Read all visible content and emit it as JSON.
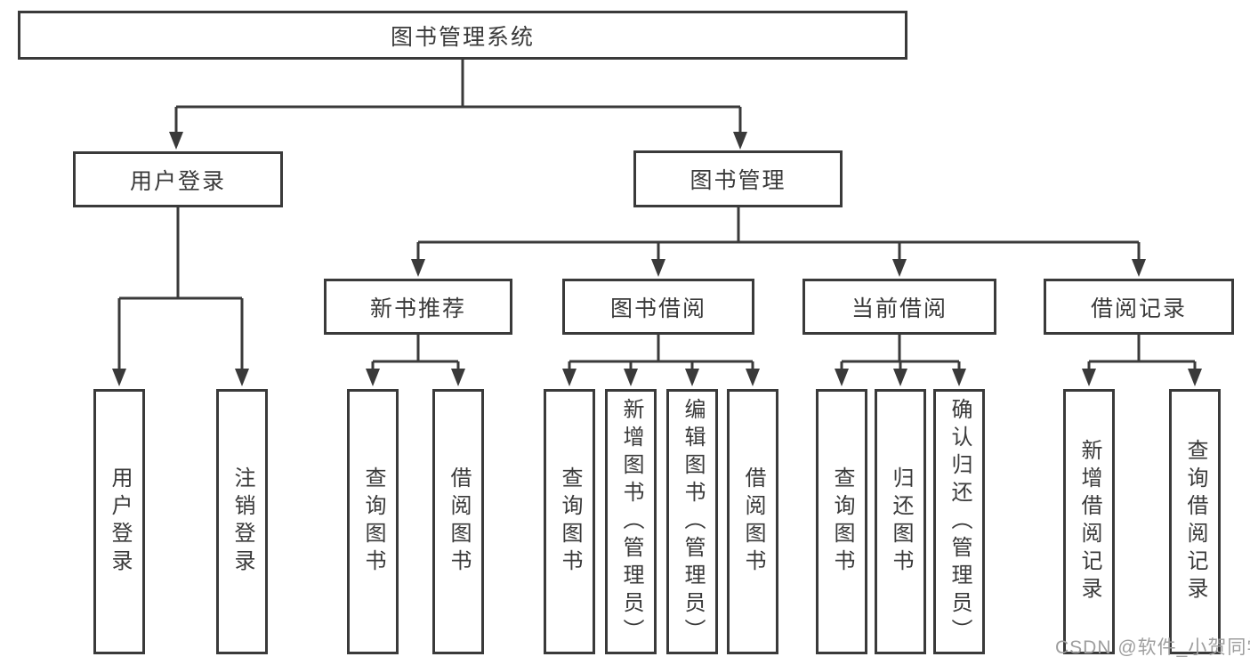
{
  "colors": {
    "line": "#3a3a3a",
    "border": "#3a3a3a",
    "text": "#3a3a3a",
    "box_background": "#ffffff",
    "watermark": "#9e9e9e"
  },
  "diagram": {
    "type": "tree",
    "root": {
      "label": "图书管理系统"
    },
    "branches": [
      {
        "label": "用户登录",
        "children": [
          {
            "label": "用户登录"
          },
          {
            "label": "注销登录"
          }
        ]
      },
      {
        "label": "图书管理",
        "children": [
          {
            "label": "新书推荐",
            "children": [
              {
                "label": "查询图书"
              },
              {
                "label": "借阅图书"
              }
            ]
          },
          {
            "label": "图书借阅",
            "children": [
              {
                "label": "查询图书"
              },
              {
                "label": "新增图书（管理员）"
              },
              {
                "label": "编辑图书（管理员）"
              },
              {
                "label": "借阅图书"
              }
            ]
          },
          {
            "label": "当前借阅",
            "children": [
              {
                "label": "查询图书"
              },
              {
                "label": "归还图书"
              },
              {
                "label": "确认归还（管理员）"
              }
            ]
          },
          {
            "label": "借阅记录",
            "children": [
              {
                "label": "新增借阅记录"
              },
              {
                "label": "查询借阅记录"
              }
            ]
          }
        ]
      }
    ]
  },
  "watermark": {
    "text": "CSDN @软件_小贺同学"
  }
}
